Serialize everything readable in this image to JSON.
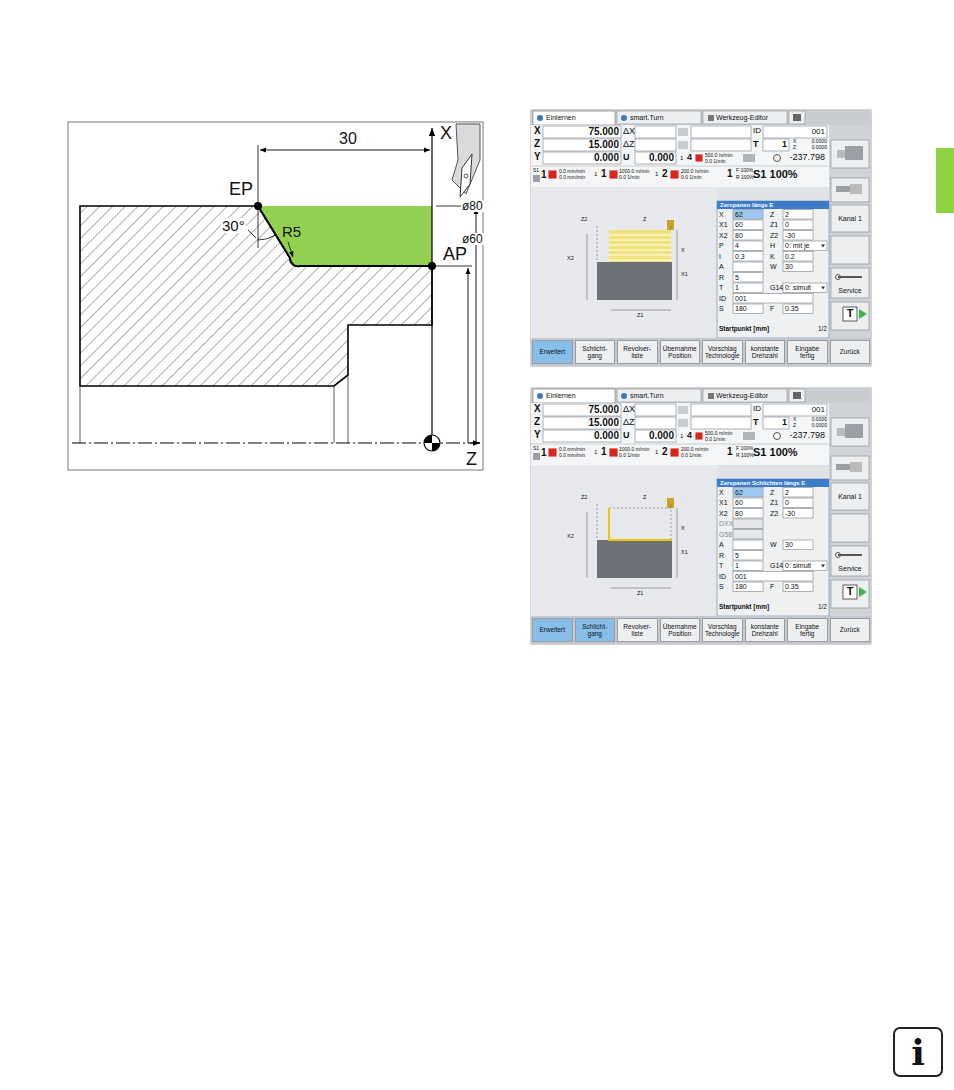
{
  "diagram": {
    "nodes": [
      {
        "text": [
          "Einlernen"
        ]
      },
      {
        "text": [
          "smart.Turn"
        ]
      },
      {
        "text": [
          "Werkzeug-Editor"
        ]
      },
      {
        "text": [
          "Kanal 1"
        ]
      },
      {
        "text": [
          "Zerspanen längs E"
        ]
      },
      {
        "text": [
          "Service"
        ]
      },
      {
        "text": [
          "Erweitert"
        ]
      },
      {
        "text": [
          "Schlicht- gang"
        ]
      },
      {
        "text": [
          "Revolver- liste"
        ]
      },
      {
        "text": [
          "Übernahme Position"
        ]
      },
      {
        "text": [
          "Vorschlag Technologie"
        ]
      },
      {
        "text": [
          "konstante Drehzahl"
        ]
      },
      {
        "text": [
          "Eingabe fertig"
        ]
      },
      {
        "text": [
          "Zurück"
        ]
      },
      {
        "text": [
          "Einlernen"
        ]
      },
      {
        "text": [
          "smart.Turn"
        ]
      },
      {
        "text": [
          "Werkzeug-Editor"
        ]
      },
      {
        "text": [
          "Kanal 1"
        ]
      },
      {
        "text": [
          "Zerspanen Schlichten längs E"
        ]
      },
      {
        "text": [
          "Service"
        ]
      },
      {
        "text": [
          "Erweitert"
        ]
      },
      {
        "text": [
          "Schlicht- gang"
        ]
      },
      {
        "text": [
          "Revolver- liste"
        ]
      },
      {
        "text": [
          "Übernahme Position"
        ]
      },
      {
        "text": [
          "Vorschlag Technologie"
        ]
      },
      {
        "text": [
          "konstante Drehzahl"
        ]
      },
      {
        "text": [
          "Eingabe fertig"
        ]
      },
      {
        "text": [
          "Zurück"
        ]
      },
      {
        "text": [
          "i"
        ]
      }
    ],
    "labels": [
      "30",
      "X",
      "EP",
      "30°",
      "R5",
      "ø80",
      "AP",
      "ø60",
      "Z",
      "X",
      "75.000",
      "ΔX",
      "ID",
      "001",
      "Z",
      "15.000",
      "ΔZ",
      "T",
      "1",
      "X",
      "0.0000",
      "Z",
      "0.0000",
      "Y",
      "0.000",
      "U",
      "0.000",
      "1",
      "4",
      "500.0 m/min",
      "0.0 1/min",
      "-237.798",
      "S1",
      "1",
      "0.0 mm/min",
      "0.0 mm/min",
      "1",
      "1",
      "1000.0 m/min",
      "0.0 1/min",
      "1",
      "2",
      "200.0 m/min",
      "0.0 1/min",
      "1",
      "F 100%",
      "R 100%",
      "S1 100%",
      "T",
      "Z2",
      "Z",
      "X2",
      "X",
      "X1",
      "Z1",
      "X",
      "62",
      "Z",
      "2",
      "X1",
      "60",
      "Z1",
      "0",
      "X2",
      "80",
      "Z2",
      "-30",
      "P",
      "4",
      "H",
      "0: mit je",
      "I",
      "0.3",
      "K",
      "0.2",
      "A",
      "W",
      "30",
      "R",
      "5",
      "T",
      "1",
      "G14",
      "0: simult",
      "ID",
      "001",
      "S",
      "180",
      "F",
      "0.35",
      "Startpunkt [mm]",
      "1/2",
      "X",
      "75.000",
      "ΔX",
      "ID",
      "001",
      "Z",
      "15.000",
      "ΔZ",
      "T",
      "1",
      "X",
      "0.0000",
      "Z",
      "0.0000",
      "Y",
      "0.000",
      "U",
      "0.000",
      "1",
      "4",
      "500.0 m/min",
      "0.0 1/min",
      "-237.798",
      "S1",
      "1",
      "0.0 mm/min",
      "0.0 mm/min",
      "1",
      "1",
      "1000.0 m/min",
      "0.0 1/min",
      "1",
      "2",
      "200.0 m/min",
      "0.0 1/min",
      "1",
      "F 100%",
      "R 100%",
      "S1 100%",
      "T",
      "Z2",
      "Z",
      "X2",
      "X",
      "X1",
      "Z1",
      "X",
      "62",
      "Z",
      "2",
      "X1",
      "60",
      "Z1",
      "0",
      "X2",
      "80",
      "Z2",
      "-30",
      "DXX",
      "G58",
      "A",
      "W",
      "30",
      "R",
      "5",
      "T",
      "1",
      "G14",
      "0: simult",
      "ID",
      "001",
      "S",
      "180",
      "F",
      "0.35",
      "Startpunkt [mm]",
      "1/2"
    ]
  }
}
